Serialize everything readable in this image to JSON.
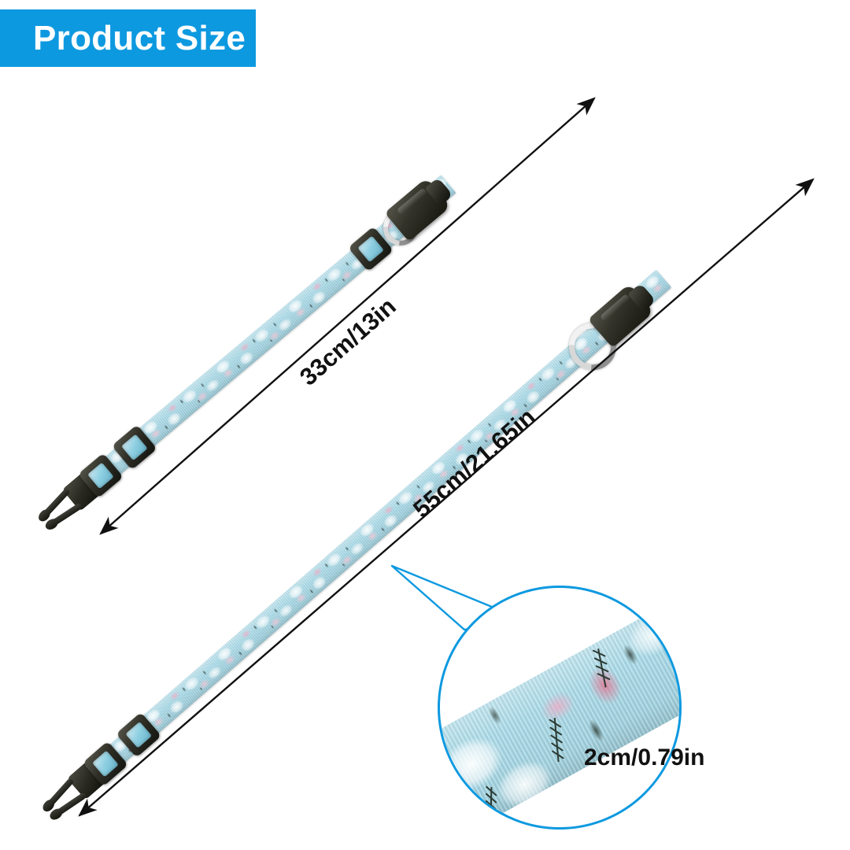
{
  "banner": {
    "label": "Product Size",
    "bg_color": "#0d99e0",
    "text_color": "#ffffff"
  },
  "colors": {
    "accent_blue": "#0d99e0",
    "strap_blue": "#a9dcea",
    "hardware_black": "#1d1d16",
    "ring_silver": "#c8c8c8",
    "dimension_line": "#111111",
    "background": "#ffffff"
  },
  "products": [
    {
      "id": "collar-small",
      "name": "small-collar",
      "dimension_label": "33cm/13in",
      "length_cm": 33,
      "length_in": 13,
      "parts": [
        "side-release-buckle",
        "slider-adjuster",
        "d-ring",
        "printed-webbing-strap"
      ]
    },
    {
      "id": "collar-large",
      "name": "large-collar",
      "dimension_label": "55cm/21.65in",
      "length_cm": 55,
      "length_in": 21.65,
      "parts": [
        "side-release-buckle",
        "slider-adjuster",
        "d-ring",
        "printed-webbing-strap"
      ]
    }
  ],
  "magnifier": {
    "name": "strap-width-detail",
    "width_label": "2cm/0.79in",
    "width_cm": 2,
    "width_in": 0.79,
    "outline_color": "#0d99e0"
  },
  "pattern": {
    "description": "light blue webbing with white and pink blossoms and dark green fern sprigs"
  }
}
